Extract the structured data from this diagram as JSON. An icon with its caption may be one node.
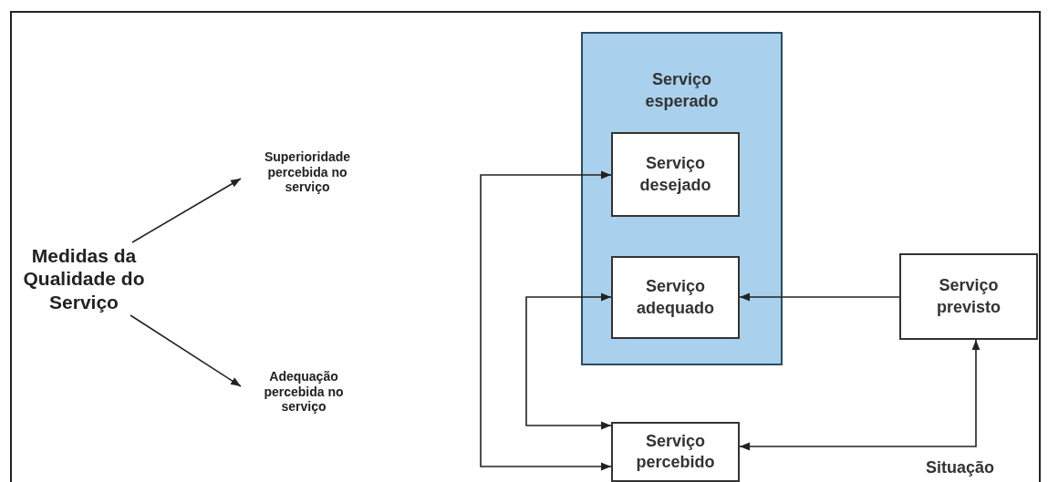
{
  "diagram": {
    "nodes": [
      {
        "text": [
          "Medidas da Qualidade do Serviço"
        ]
      },
      {
        "text": [
          "Superioridade percebida no serviço"
        ]
      },
      {
        "text": [
          "Adequação percebida no serviço"
        ]
      },
      {
        "text": [
          "Serviço esperado"
        ]
      },
      {
        "text": [
          "Serviço desejado"
        ],
        "in": 3
      },
      {
        "text": [
          "Serviço adequado"
        ],
        "in": 3
      },
      {
        "text": [
          "Serviço previsto"
        ]
      },
      {
        "text": [
          "Serviço percebido"
        ]
      }
    ],
    "edges": [
      {
        "from": 0,
        "to": 1,
        "arrow": "to"
      },
      {
        "from": 0,
        "to": 2,
        "arrow": "to"
      },
      {
        "from": 4,
        "to": 7,
        "arrow": "both"
      },
      {
        "from": 5,
        "to": 7,
        "arrow": "both"
      },
      {
        "from": 6,
        "to": 5,
        "arrow": "to"
      },
      {
        "from": 6,
        "to": 7,
        "arrow": "both"
      }
    ],
    "labels": [
      "Situação"
    ]
  }
}
